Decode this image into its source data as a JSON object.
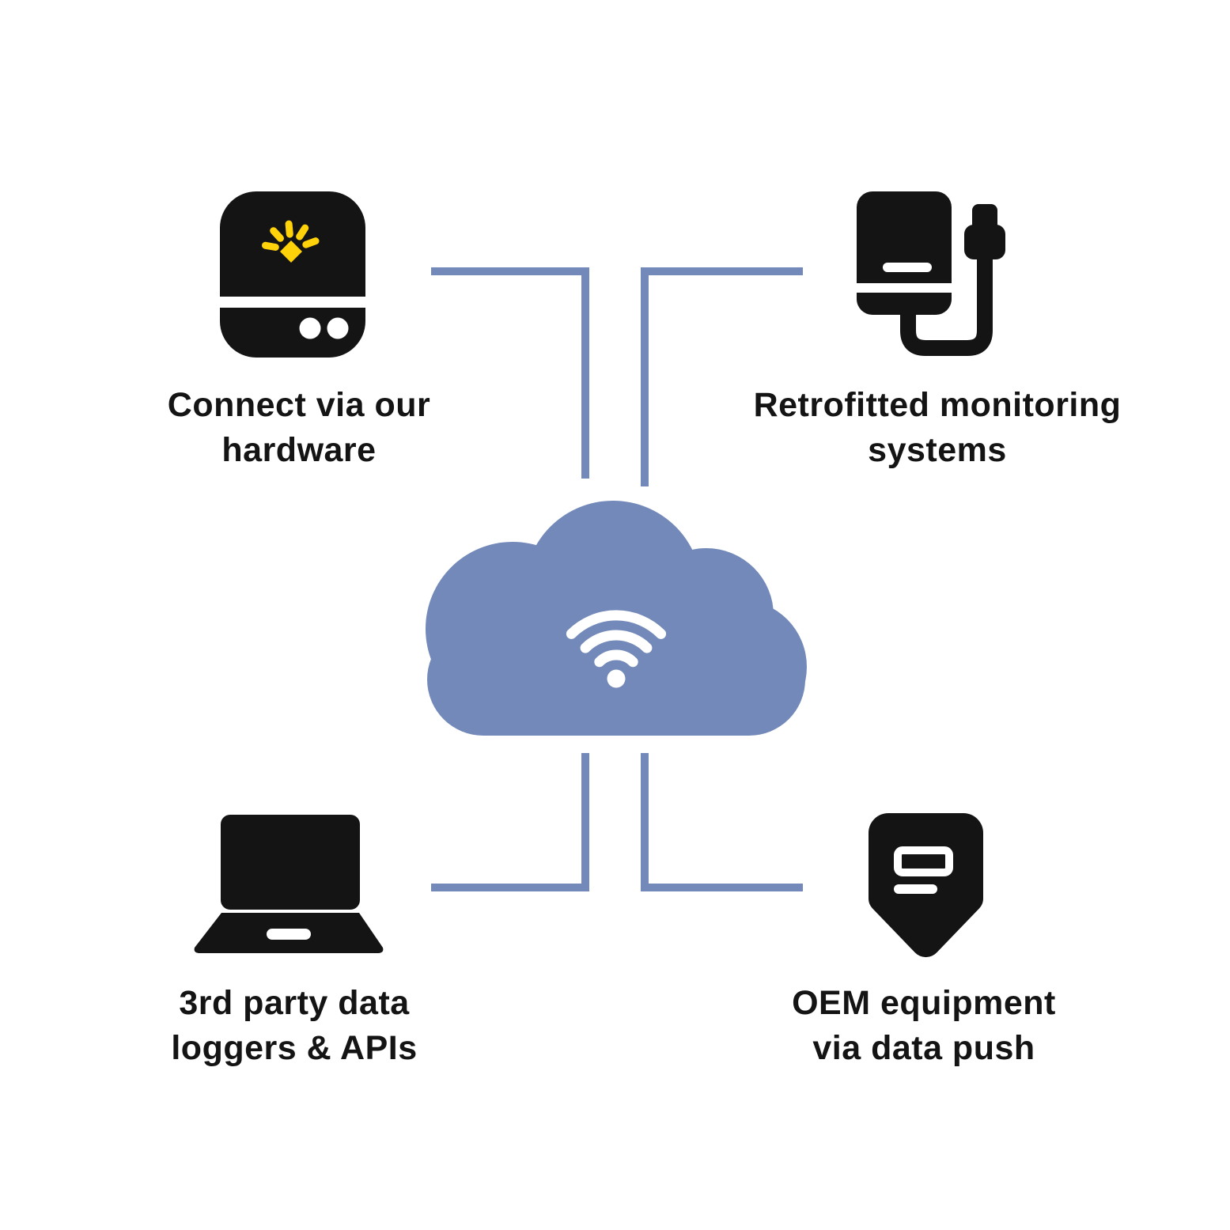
{
  "title": "Cloud connectivity diagram",
  "colors": {
    "background": "#FFFFFF",
    "cloud_blue": "#7289B9",
    "connector_blue": "#7289B9",
    "icon_black": "#141414",
    "accent_yellow": "#FFD20A",
    "icon_white": "#FFFFFF",
    "text": "#141414"
  },
  "center": {
    "name": "cloud",
    "icon": "cloud-wifi-icon"
  },
  "nodes": [
    {
      "id": "our-hardware",
      "icon": "gateway-device-icon",
      "label": "Connect via our\nhardware"
    },
    {
      "id": "retrofitted",
      "icon": "retrofit-plug-device-icon",
      "label": "Retrofitted monitoring\nsystems"
    },
    {
      "id": "third-party",
      "icon": "laptop-icon",
      "label": "3rd party data\nloggers & APIs"
    },
    {
      "id": "oem",
      "icon": "oem-meter-icon",
      "label": "OEM equipment\nvia data push"
    }
  ]
}
